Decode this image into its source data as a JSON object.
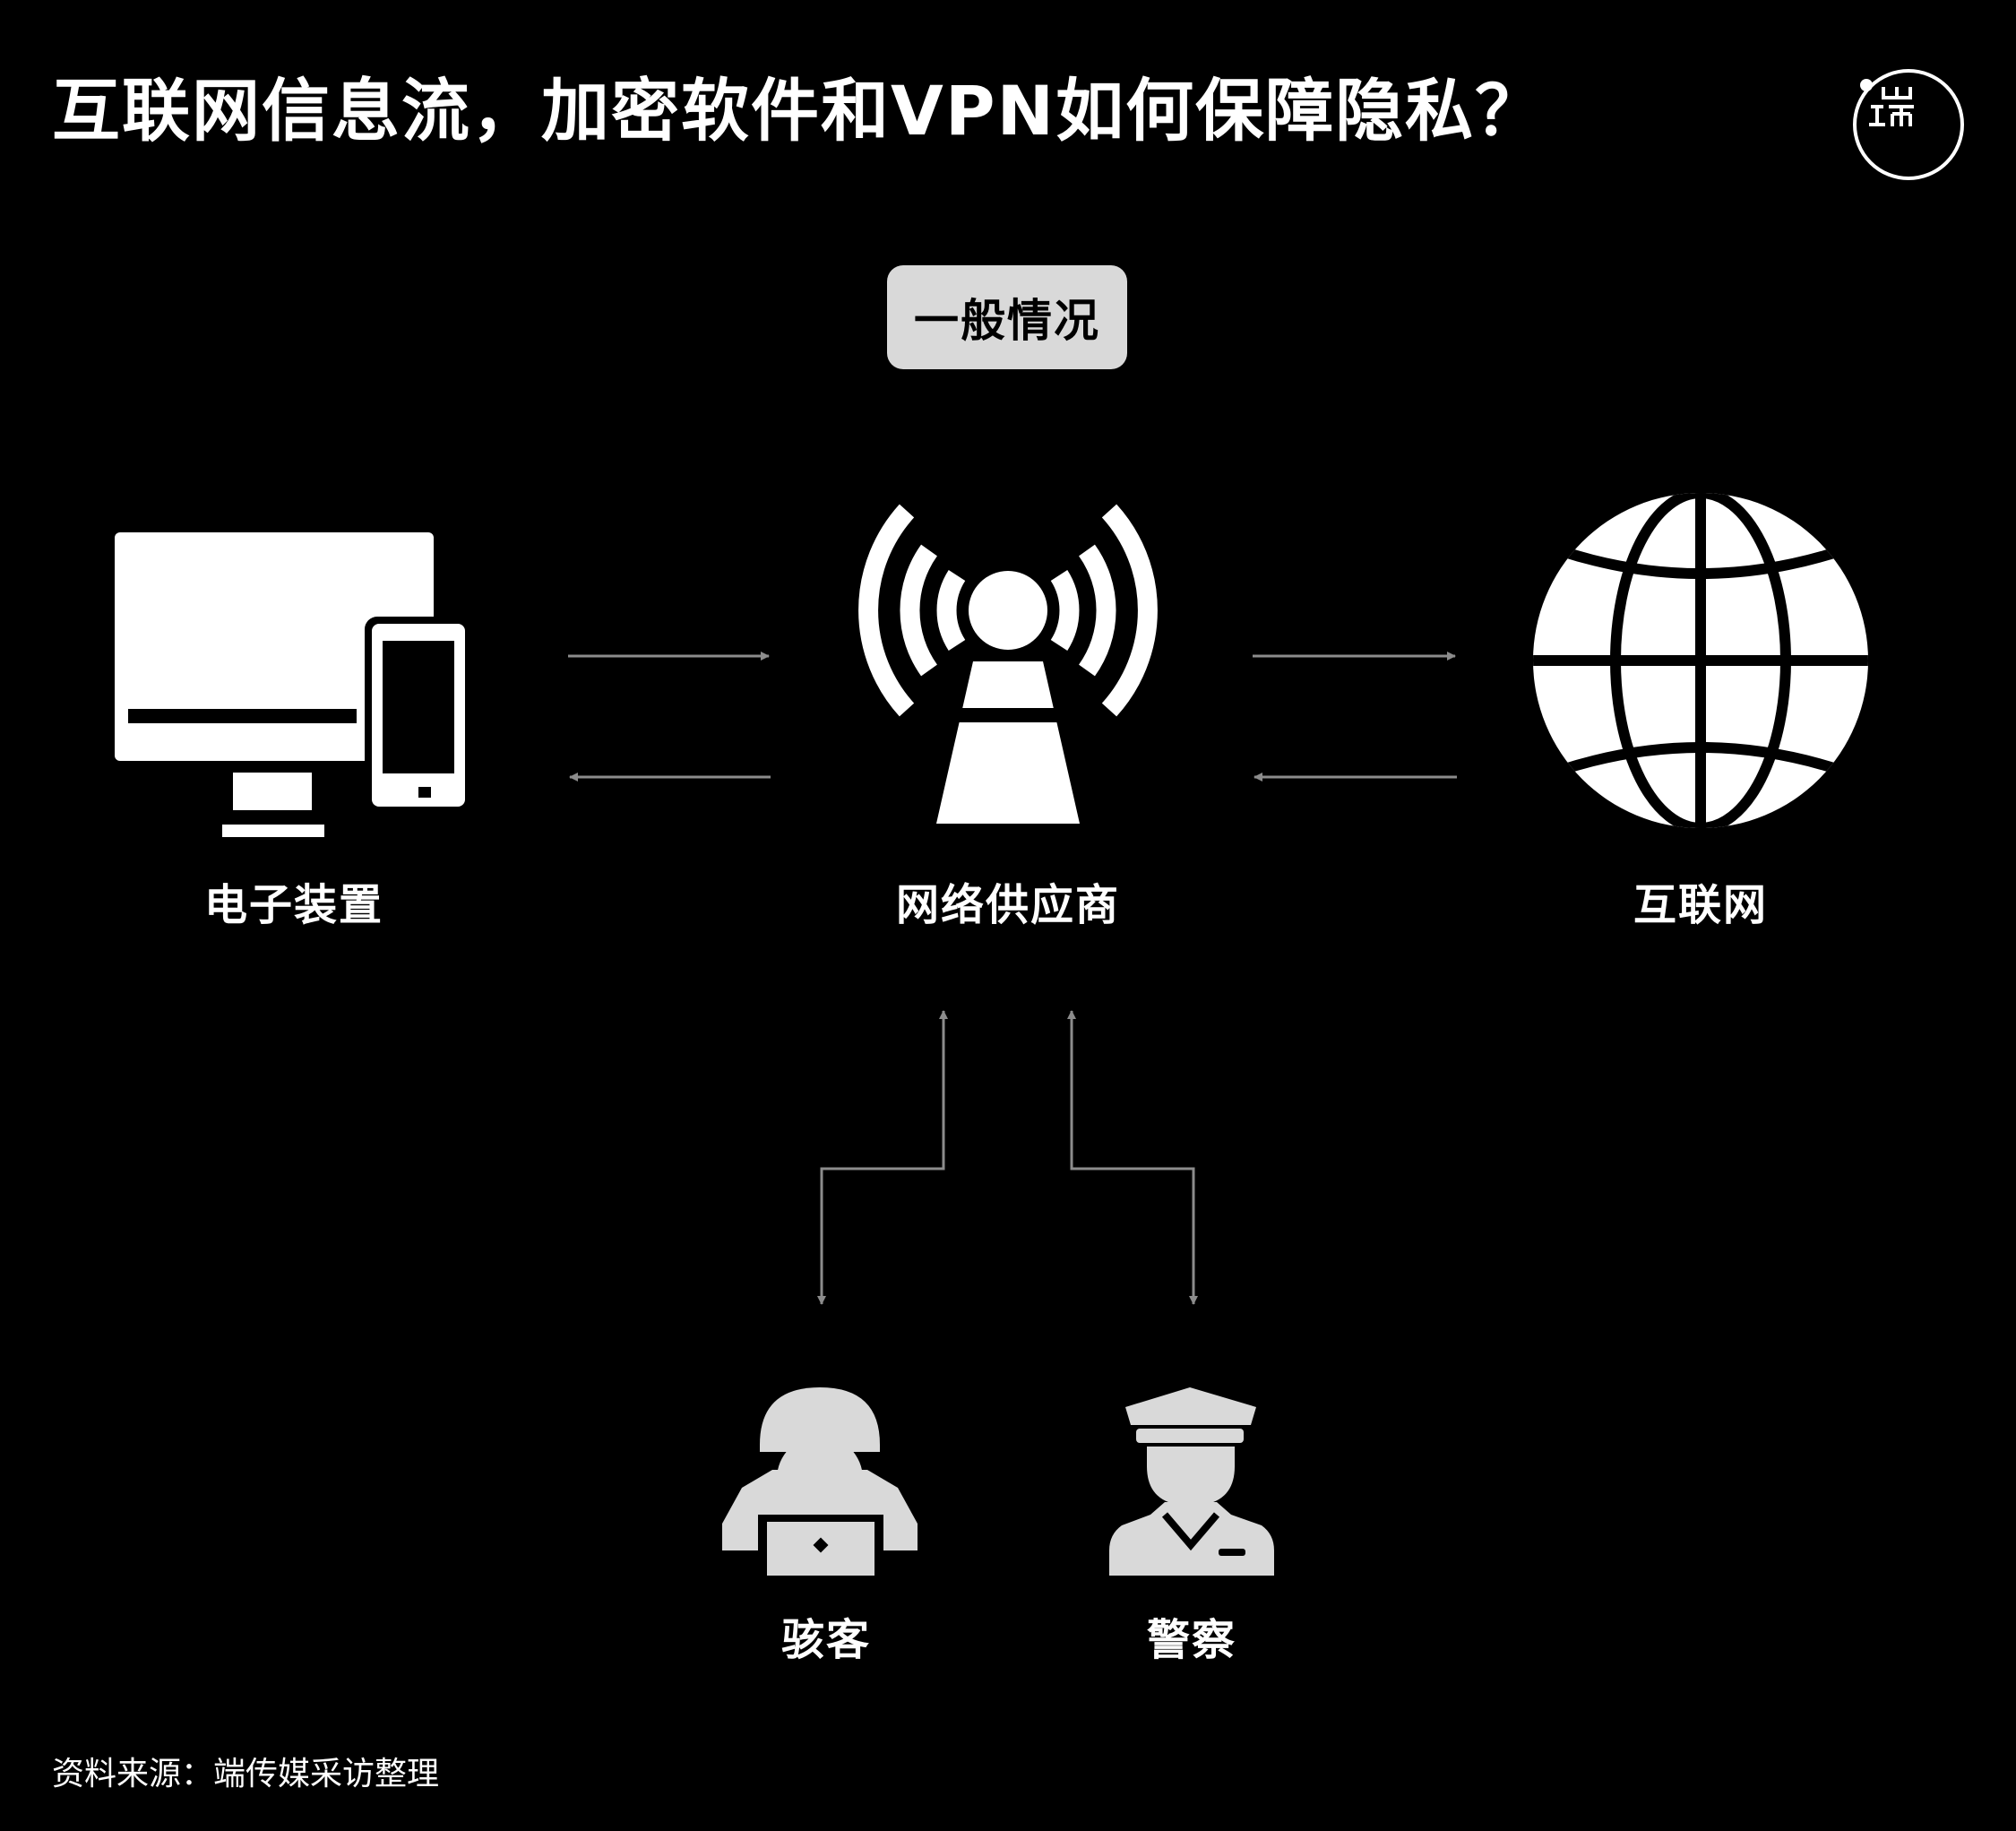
{
  "title": "互联网信息流，加密软件和VPN如何保障隐私？",
  "logo": {
    "icon": "duan-media-logo-icon"
  },
  "badge": {
    "label": "一般情况"
  },
  "nodes": {
    "device": {
      "label": "电子装置",
      "icon": "computer-and-phone-icon"
    },
    "isp": {
      "label": "网络供应商",
      "icon": "radio-tower-icon"
    },
    "internet": {
      "label": "互联网",
      "icon": "globe-icon"
    },
    "hacker": {
      "label": "骇客",
      "icon": "hacker-icon"
    },
    "police": {
      "label": "警察",
      "icon": "police-officer-icon"
    }
  },
  "source": "资料来源：端传媒采访整理",
  "colors": {
    "background": "#000000",
    "icon_white": "#ffffff",
    "icon_grey": "#d9d9d9",
    "arrow": "#8c8c8c",
    "badge": "#d9d9d9"
  }
}
